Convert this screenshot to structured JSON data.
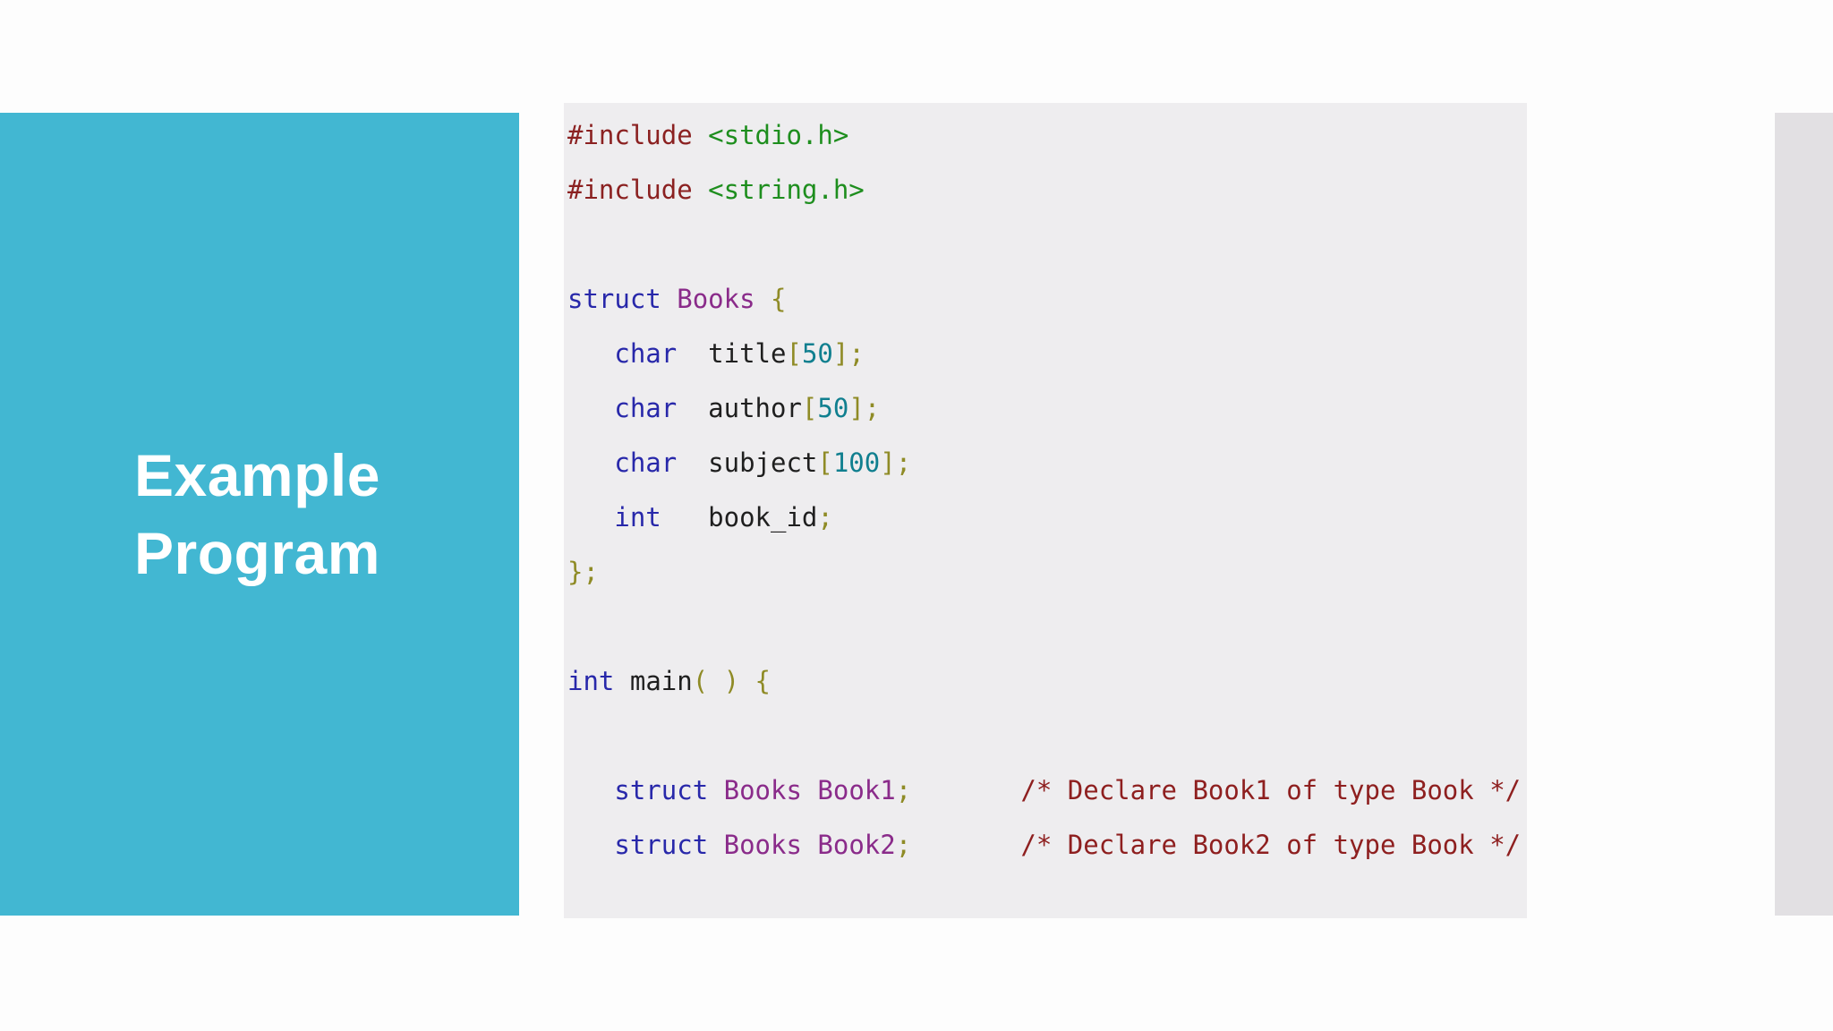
{
  "slide": {
    "title": {
      "lines": [
        "Example",
        "Program"
      ]
    },
    "colors": {
      "page_bg": "#fdfdfd",
      "title_box_bg": "#42b7d2",
      "title_text": "#ffffff",
      "code_panel_bg": "#eeedef",
      "right_panel_bg": "#e2e0e3"
    }
  },
  "code": {
    "language": "c",
    "token_colors": {
      "directive": "#8b2121",
      "header": "#1e8e1e",
      "keyword": "#2828aa",
      "typename": "#8a2b8a",
      "ident": "#1f1f1f",
      "punct": "#8f8b26",
      "number": "#107f8f",
      "comment": "#8e1f1f",
      "plain": "#1f1f1f"
    },
    "lines": [
      [
        {
          "t": "#include",
          "c": "directive"
        },
        {
          "t": " ",
          "c": "plain"
        },
        {
          "t": "<stdio.h>",
          "c": "header"
        }
      ],
      [
        {
          "t": "#include",
          "c": "directive"
        },
        {
          "t": " ",
          "c": "plain"
        },
        {
          "t": "<string.h>",
          "c": "header"
        }
      ],
      [],
      [
        {
          "t": "struct",
          "c": "keyword"
        },
        {
          "t": " ",
          "c": "plain"
        },
        {
          "t": "Books",
          "c": "typename"
        },
        {
          "t": " ",
          "c": "plain"
        },
        {
          "t": "{",
          "c": "punct"
        }
      ],
      [
        {
          "t": "   ",
          "c": "plain"
        },
        {
          "t": "char",
          "c": "keyword"
        },
        {
          "t": "  ",
          "c": "plain"
        },
        {
          "t": "title",
          "c": "ident"
        },
        {
          "t": "[",
          "c": "punct"
        },
        {
          "t": "50",
          "c": "number"
        },
        {
          "t": "]",
          "c": "punct"
        },
        {
          "t": ";",
          "c": "punct"
        }
      ],
      [
        {
          "t": "   ",
          "c": "plain"
        },
        {
          "t": "char",
          "c": "keyword"
        },
        {
          "t": "  ",
          "c": "plain"
        },
        {
          "t": "author",
          "c": "ident"
        },
        {
          "t": "[",
          "c": "punct"
        },
        {
          "t": "50",
          "c": "number"
        },
        {
          "t": "]",
          "c": "punct"
        },
        {
          "t": ";",
          "c": "punct"
        }
      ],
      [
        {
          "t": "   ",
          "c": "plain"
        },
        {
          "t": "char",
          "c": "keyword"
        },
        {
          "t": "  ",
          "c": "plain"
        },
        {
          "t": "subject",
          "c": "ident"
        },
        {
          "t": "[",
          "c": "punct"
        },
        {
          "t": "100",
          "c": "number"
        },
        {
          "t": "]",
          "c": "punct"
        },
        {
          "t": ";",
          "c": "punct"
        }
      ],
      [
        {
          "t": "   ",
          "c": "plain"
        },
        {
          "t": "int",
          "c": "keyword"
        },
        {
          "t": "   ",
          "c": "plain"
        },
        {
          "t": "book_id",
          "c": "ident"
        },
        {
          "t": ";",
          "c": "punct"
        }
      ],
      [
        {
          "t": "};",
          "c": "punct"
        }
      ],
      [],
      [
        {
          "t": "int",
          "c": "keyword"
        },
        {
          "t": " ",
          "c": "plain"
        },
        {
          "t": "main",
          "c": "ident"
        },
        {
          "t": "( ) {",
          "c": "punct"
        }
      ],
      [],
      [
        {
          "t": "   ",
          "c": "plain"
        },
        {
          "t": "struct",
          "c": "keyword"
        },
        {
          "t": " ",
          "c": "plain"
        },
        {
          "t": "Books",
          "c": "typename"
        },
        {
          "t": " ",
          "c": "plain"
        },
        {
          "t": "Book1",
          "c": "typename"
        },
        {
          "t": ";",
          "c": "punct"
        },
        {
          "t": "       ",
          "c": "plain"
        },
        {
          "t": "/* Declare Book1 of type Book */",
          "c": "comment"
        }
      ],
      [
        {
          "t": "   ",
          "c": "plain"
        },
        {
          "t": "struct",
          "c": "keyword"
        },
        {
          "t": " ",
          "c": "plain"
        },
        {
          "t": "Books",
          "c": "typename"
        },
        {
          "t": " ",
          "c": "plain"
        },
        {
          "t": "Book2",
          "c": "typename"
        },
        {
          "t": ";",
          "c": "punct"
        },
        {
          "t": "       ",
          "c": "plain"
        },
        {
          "t": "/* Declare Book2 of type Book */",
          "c": "comment"
        }
      ]
    ]
  }
}
